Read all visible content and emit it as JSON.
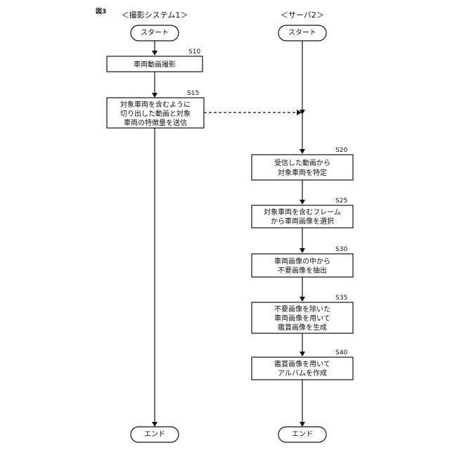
{
  "figure_label": "図3",
  "lanes": {
    "left_title": "＜撮影システム1＞",
    "right_title": "＜サーバ2＞"
  },
  "terminals": {
    "left_start": "スタート",
    "right_start": "スタート",
    "left_end": "エンド",
    "right_end": "エンド"
  },
  "steps": {
    "s10": {
      "id": "S10",
      "lines": [
        "車両動画撮影"
      ]
    },
    "s15": {
      "id": "S15",
      "lines": [
        "対象車両を含むように",
        "切り出した動画と対象",
        "車両の特徴量を送信"
      ]
    },
    "s20": {
      "id": "S20",
      "lines": [
        "受信した動画から",
        "対象車両を特定"
      ]
    },
    "s25": {
      "id": "S25",
      "lines": [
        "対象車両を含むフレーム",
        "から車両画像を選択"
      ]
    },
    "s30": {
      "id": "S30",
      "lines": [
        "車両画像の中から",
        "不要画像を抽出"
      ]
    },
    "s35": {
      "id": "S35",
      "lines": [
        "不要画像を除いた",
        "車両画像を用いて",
        "鑑賞画像を生成"
      ]
    },
    "s40": {
      "id": "S40",
      "lines": [
        "鑑賞画像を用いて",
        "アルバムを作成"
      ]
    }
  },
  "colors": {
    "ink": "#111111",
    "background": "#ffffff"
  }
}
